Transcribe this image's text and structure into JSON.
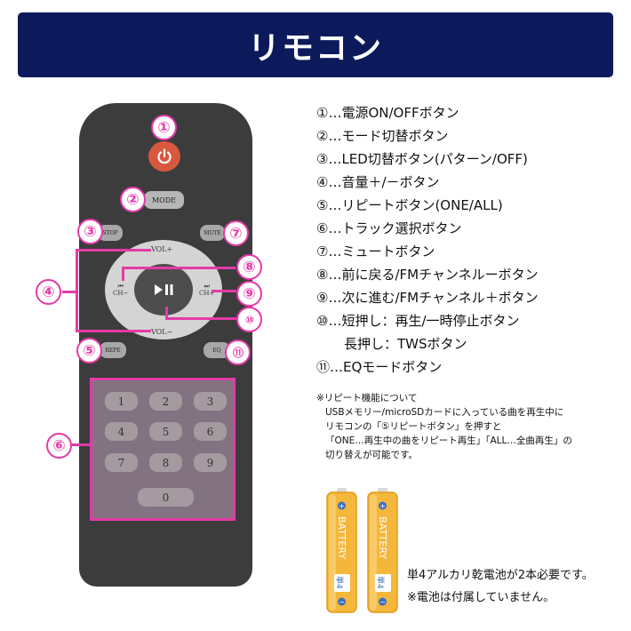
{
  "banner": {
    "title": "リモコン"
  },
  "remote": {
    "mode_label": "MODE",
    "stop_label": "STOP",
    "mute_label": "MUTE",
    "vol_up_label": "VOL+",
    "vol_down_label": "VOL−",
    "ch_down_label": "CH−",
    "ch_up_label": "CH+",
    "prev_glyph": "⏮",
    "next_glyph": "⏭",
    "play_glyph": "⏯",
    "repeat_label": "REPE",
    "eq_label": "EQ",
    "keys": [
      "1",
      "2",
      "3",
      "4",
      "5",
      "6",
      "7",
      "8",
      "9",
      "0"
    ],
    "power_icon": "power-icon"
  },
  "badges": [
    "①",
    "②",
    "③",
    "④",
    "⑤",
    "⑥",
    "⑦",
    "⑧",
    "⑨",
    "⑩",
    "⑪"
  ],
  "legend": [
    "①…電源ON/OFFボタン",
    "②…モード切替ボタン",
    "③…LED切替ボタン(パターン/OFF)",
    "④…音量＋/－ボタン",
    "⑤…リピートボタン(ONE/ALL)",
    "⑥…トラック選択ボタン",
    "⑦…ミュートボタン",
    "⑧…前に戻る/FMチャンネルーボタン",
    "⑨…次に進む/FMチャンネル＋ボタン",
    "⑩…短押し：再生/一時停止ボタン",
    "長押し：TWSボタン",
    "⑪…EQモードボタン"
  ],
  "note": {
    "title": "※リピート機能について",
    "lines": [
      "USBメモリー/microSDカードに入っている曲を再生中に",
      "リモコンの「⑤リピートボタン」を押すと",
      "「ONE…再生中の曲をリピート再生」「ALL…全曲再生」の",
      "切り替えが可能です。"
    ]
  },
  "battery": {
    "label": "BATTERY",
    "size": "単4",
    "plus": "+",
    "minus": "−",
    "text1": "単4アルカリ乾電池が2本必要です。",
    "text2": "※電池は付属していません。"
  },
  "colors": {
    "banner": "#0c1a5c",
    "accent": "#e43aa8",
    "battery": "#f5b73b",
    "remote_body": "#3c3c3c",
    "power": "#d8583f"
  }
}
